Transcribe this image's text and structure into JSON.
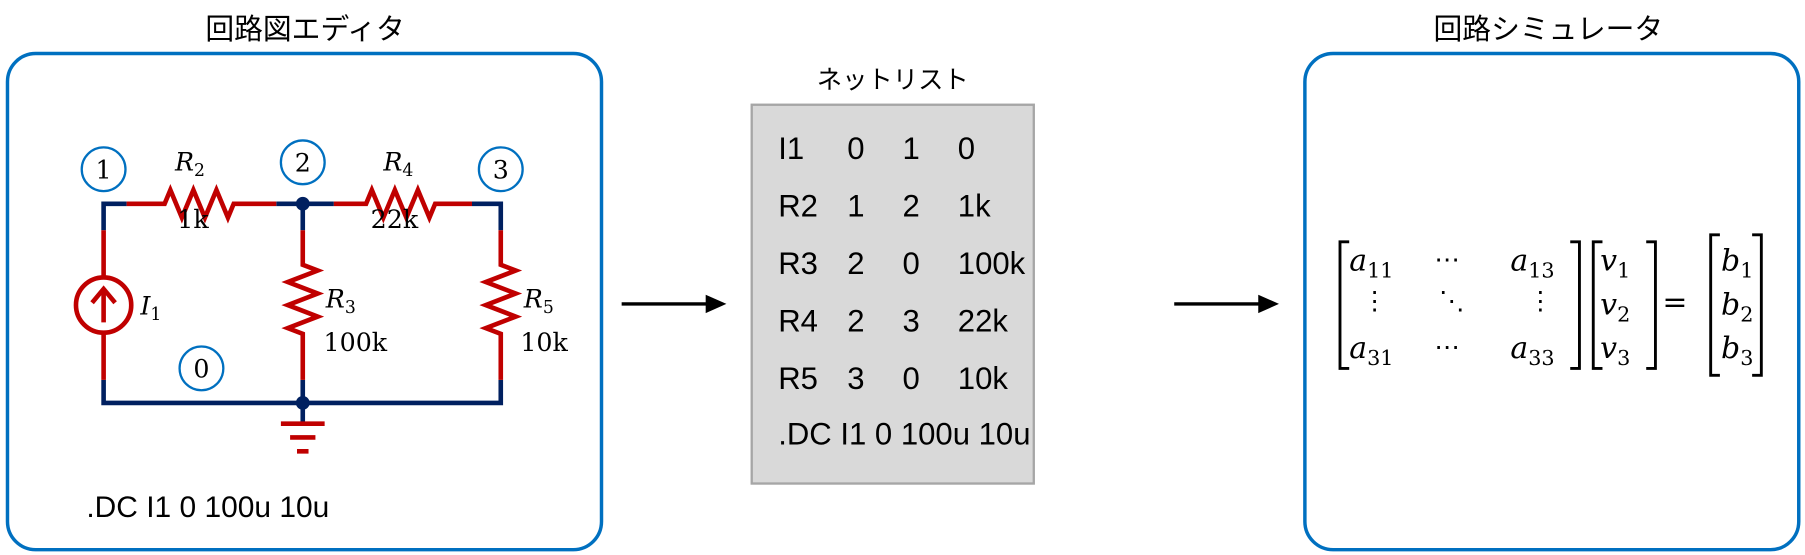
{
  "editor": {
    "title": "回路図エディタ",
    "nodes": [
      "1",
      "2",
      "3",
      "0"
    ],
    "components": [
      {
        "name": "R",
        "sub": "2",
        "value": "1k"
      },
      {
        "name": "R",
        "sub": "4",
        "value": "22k"
      },
      {
        "name": "R",
        "sub": "3",
        "value": "100k"
      },
      {
        "name": "R",
        "sub": "5",
        "value": "10k"
      },
      {
        "name": "I",
        "sub": "1"
      }
    ],
    "directive": ".DC I1 0 100u 10u",
    "colors": {
      "border": "#0070c0",
      "component": "#c00000",
      "wire": "#002060"
    }
  },
  "netlist": {
    "title": "ネットリスト",
    "rows": [
      [
        "I1",
        "0",
        "1",
        "0"
      ],
      [
        "R2",
        "1",
        "2",
        "1k"
      ],
      [
        "R3",
        "2",
        "0",
        "100k"
      ],
      [
        "R4",
        "2",
        "3",
        "22k"
      ],
      [
        "R5",
        "3",
        "0",
        "10k"
      ]
    ],
    "directive": ".DC I1 0 100u 10u"
  },
  "simulator": {
    "title": "回路シミュレータ",
    "matrix": {
      "a": [
        [
          "a",
          "11"
        ],
        [
          "a",
          "13"
        ],
        [
          "a",
          "31"
        ],
        [
          "a",
          "33"
        ]
      ],
      "v": [
        [
          "v",
          "1"
        ],
        [
          "v",
          "2"
        ],
        [
          "v",
          "3"
        ]
      ],
      "b": [
        [
          "b",
          "1"
        ],
        [
          "b",
          "2"
        ],
        [
          "b",
          "3"
        ]
      ],
      "hdots": "⋯",
      "vdots": "⋮",
      "ddots": "⋱",
      "equals": "="
    }
  }
}
